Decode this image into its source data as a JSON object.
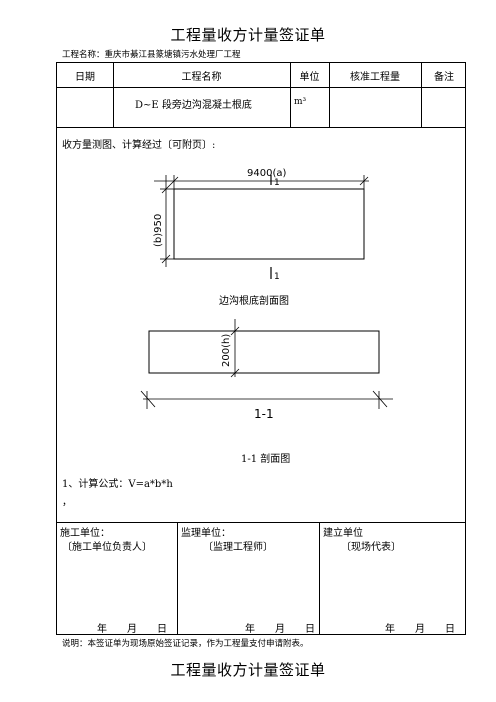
{
  "document": {
    "title": "工程量收方计量签证单",
    "project_name": "工程名称：重庆市綦江县篆塘镇污水处理厂工程",
    "footer_title": "工程量收方计量签证单"
  },
  "table": {
    "headers": {
      "date": "日期",
      "name": "工程名称",
      "unit": "单位",
      "approved": "核准工程量",
      "remark": "备注"
    },
    "row": {
      "date": "",
      "name": "D~E 段旁边沟混凝土根底",
      "unit": "m³",
      "approved": "",
      "remark": ""
    }
  },
  "survey": {
    "heading": "收方量测图、计算经过〔可附页〕:",
    "dim_top": "9400(a)",
    "dim_side": "(b)950",
    "section_mark_top": "1",
    "section_mark_bottom": "1",
    "caption1": "边沟根底剖面图",
    "dim_height": "200(h)",
    "section_label": "1-1",
    "caption2": "1-1 剖面图",
    "formula": "1、计算公式：V=a*b*h",
    "formula_tail": "，"
  },
  "signatures": [
    {
      "unit": "施工单位：",
      "role": "〔施工单位负责人〕",
      "date": "年　　月　　日"
    },
    {
      "unit": "监理单位：",
      "role": "〔监理工程师〕",
      "date": "年　　月　　日"
    },
    {
      "unit": "建立单位",
      "role": "〔现场代表〕",
      "date": "年　　月　　日"
    }
  ],
  "note": "说明：本签证单为现场原始签证记录，作为工程量支付申请附表。"
}
